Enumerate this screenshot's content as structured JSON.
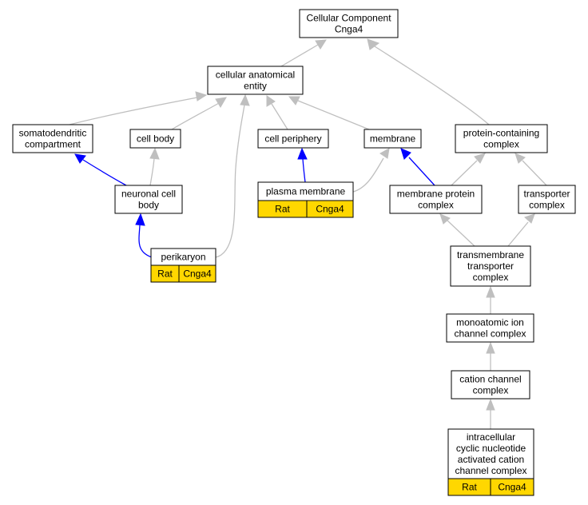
{
  "colors": {
    "is_a_edge": "#bfbfbf",
    "part_of_edge": "#0000ff",
    "annotation_fill": "#ffd700",
    "node_fill": "#ffffff",
    "node_stroke": "#000000"
  },
  "nodes": [
    {
      "id": "cellular_component",
      "lines": [
        "Cellular Component",
        "Cnga4"
      ]
    },
    {
      "id": "cellular_anatomical_entity",
      "lines": [
        "cellular anatomical",
        "entity"
      ]
    },
    {
      "id": "somatodendritic_compartment",
      "lines": [
        "somatodendritic",
        "compartment"
      ]
    },
    {
      "id": "cell_body",
      "lines": [
        "cell body"
      ]
    },
    {
      "id": "cell_periphery",
      "lines": [
        "cell periphery"
      ]
    },
    {
      "id": "membrane",
      "lines": [
        "membrane"
      ]
    },
    {
      "id": "protein_containing_complex",
      "lines": [
        "protein-containing",
        "complex"
      ]
    },
    {
      "id": "neuronal_cell_body",
      "lines": [
        "neuronal cell",
        "body"
      ]
    },
    {
      "id": "plasma_membrane",
      "lines": [
        "plasma membrane"
      ],
      "badges": [
        "Rat",
        "Cnga4"
      ]
    },
    {
      "id": "membrane_protein_complex",
      "lines": [
        "membrane protein",
        "complex"
      ]
    },
    {
      "id": "transporter_complex",
      "lines": [
        "transporter",
        "complex"
      ]
    },
    {
      "id": "perikaryon",
      "lines": [
        "perikaryon"
      ],
      "badges": [
        "Rat",
        "Cnga4"
      ]
    },
    {
      "id": "transmembrane_transporter_complex",
      "lines": [
        "transmembrane",
        "transporter",
        "complex"
      ]
    },
    {
      "id": "monoatomic_ion_channel_complex",
      "lines": [
        "monoatomic ion",
        "channel complex"
      ]
    },
    {
      "id": "cation_channel_complex",
      "lines": [
        "cation channel",
        "complex"
      ]
    },
    {
      "id": "intracellular_cnga_complex",
      "lines": [
        "intracellular",
        "cyclic nucleotide",
        "activated cation",
        "channel complex"
      ],
      "badges": [
        "Rat",
        "Cnga4"
      ]
    }
  ],
  "edges": [
    {
      "from": "cellular_anatomical_entity",
      "to": "cellular_component",
      "type": "is_a"
    },
    {
      "from": "protein_containing_complex",
      "to": "cellular_component",
      "type": "is_a"
    },
    {
      "from": "somatodendritic_compartment",
      "to": "cellular_anatomical_entity",
      "type": "is_a"
    },
    {
      "from": "cell_body",
      "to": "cellular_anatomical_entity",
      "type": "is_a"
    },
    {
      "from": "cell_periphery",
      "to": "cellular_anatomical_entity",
      "type": "is_a"
    },
    {
      "from": "membrane",
      "to": "cellular_anatomical_entity",
      "type": "is_a"
    },
    {
      "from": "perikaryon",
      "to": "cellular_anatomical_entity",
      "type": "is_a"
    },
    {
      "from": "neuronal_cell_body",
      "to": "somatodendritic_compartment",
      "type": "part_of"
    },
    {
      "from": "neuronal_cell_body",
      "to": "cell_body",
      "type": "is_a"
    },
    {
      "from": "perikaryon",
      "to": "neuronal_cell_body",
      "type": "part_of"
    },
    {
      "from": "plasma_membrane",
      "to": "cell_periphery",
      "type": "part_of"
    },
    {
      "from": "plasma_membrane",
      "to": "membrane",
      "type": "is_a"
    },
    {
      "from": "membrane_protein_complex",
      "to": "membrane",
      "type": "part_of"
    },
    {
      "from": "membrane_protein_complex",
      "to": "protein_containing_complex",
      "type": "is_a"
    },
    {
      "from": "transporter_complex",
      "to": "protein_containing_complex",
      "type": "is_a"
    },
    {
      "from": "transmembrane_transporter_complex",
      "to": "membrane_protein_complex",
      "type": "is_a"
    },
    {
      "from": "transmembrane_transporter_complex",
      "to": "transporter_complex",
      "type": "is_a"
    },
    {
      "from": "monoatomic_ion_channel_complex",
      "to": "transmembrane_transporter_complex",
      "type": "is_a"
    },
    {
      "from": "cation_channel_complex",
      "to": "monoatomic_ion_channel_complex",
      "type": "is_a"
    },
    {
      "from": "intracellular_cnga_complex",
      "to": "cation_channel_complex",
      "type": "is_a"
    }
  ]
}
